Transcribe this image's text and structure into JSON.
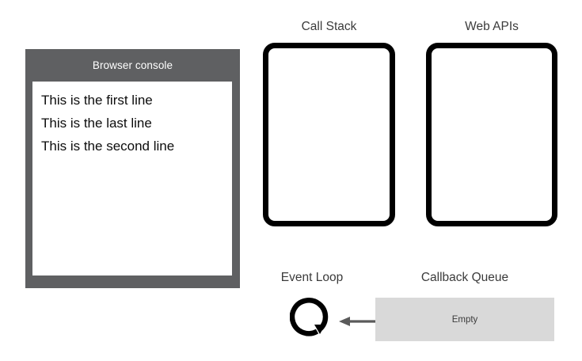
{
  "console": {
    "title": "Browser console",
    "lines": [
      "This is the first line",
      "This is the last line",
      "This is the second line"
    ]
  },
  "call_stack": {
    "label": "Call Stack",
    "contents": ""
  },
  "web_apis": {
    "label": "Web APIs",
    "contents": ""
  },
  "event_loop": {
    "label": "Event Loop",
    "icon": "circular-arrow-icon"
  },
  "arrow": {
    "icon": "arrow-left-icon",
    "direction": "left"
  },
  "callback_queue": {
    "label": "Callback Queue",
    "status": "Empty"
  },
  "colors": {
    "panel_gray": "#5f6062",
    "screen_white": "#ffffff",
    "box_border": "#000000",
    "queue_fill": "#d9d9d9",
    "label_text": "#3b3b3b",
    "arrow_gray": "#5a5a5a"
  }
}
